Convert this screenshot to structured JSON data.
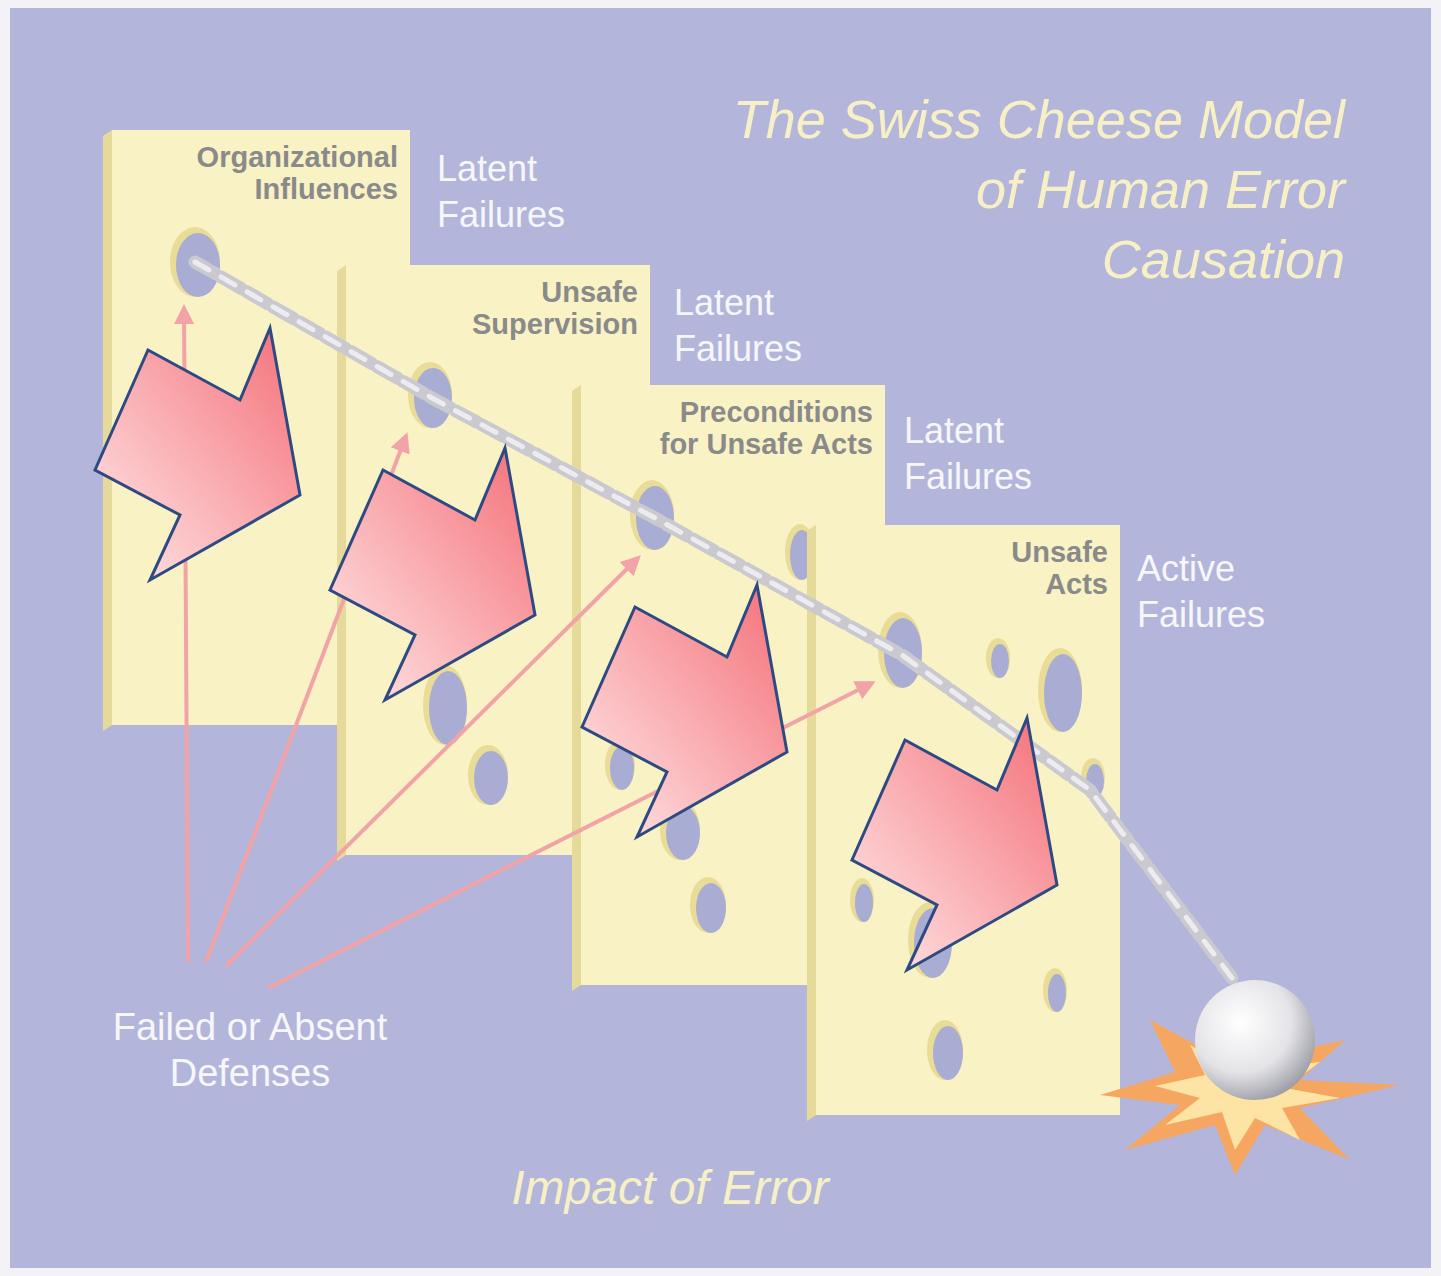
{
  "diagram": {
    "title": "The Swiss Cheese Model of Human Error Causation",
    "caption": "Impact of Error",
    "nodes": [
      {
        "text": [
          "Organizational Influences"
        ]
      },
      {
        "text": [
          "Unsafe Supervision"
        ]
      },
      {
        "text": [
          "Preconditions for Unsafe Acts"
        ]
      },
      {
        "text": [
          "Unsafe Acts"
        ]
      }
    ],
    "labels": [
      "Latent Failures",
      "Latent Failures",
      "Latent Failures",
      "Active Failures",
      "Failed or Absent Defenses"
    ]
  }
}
